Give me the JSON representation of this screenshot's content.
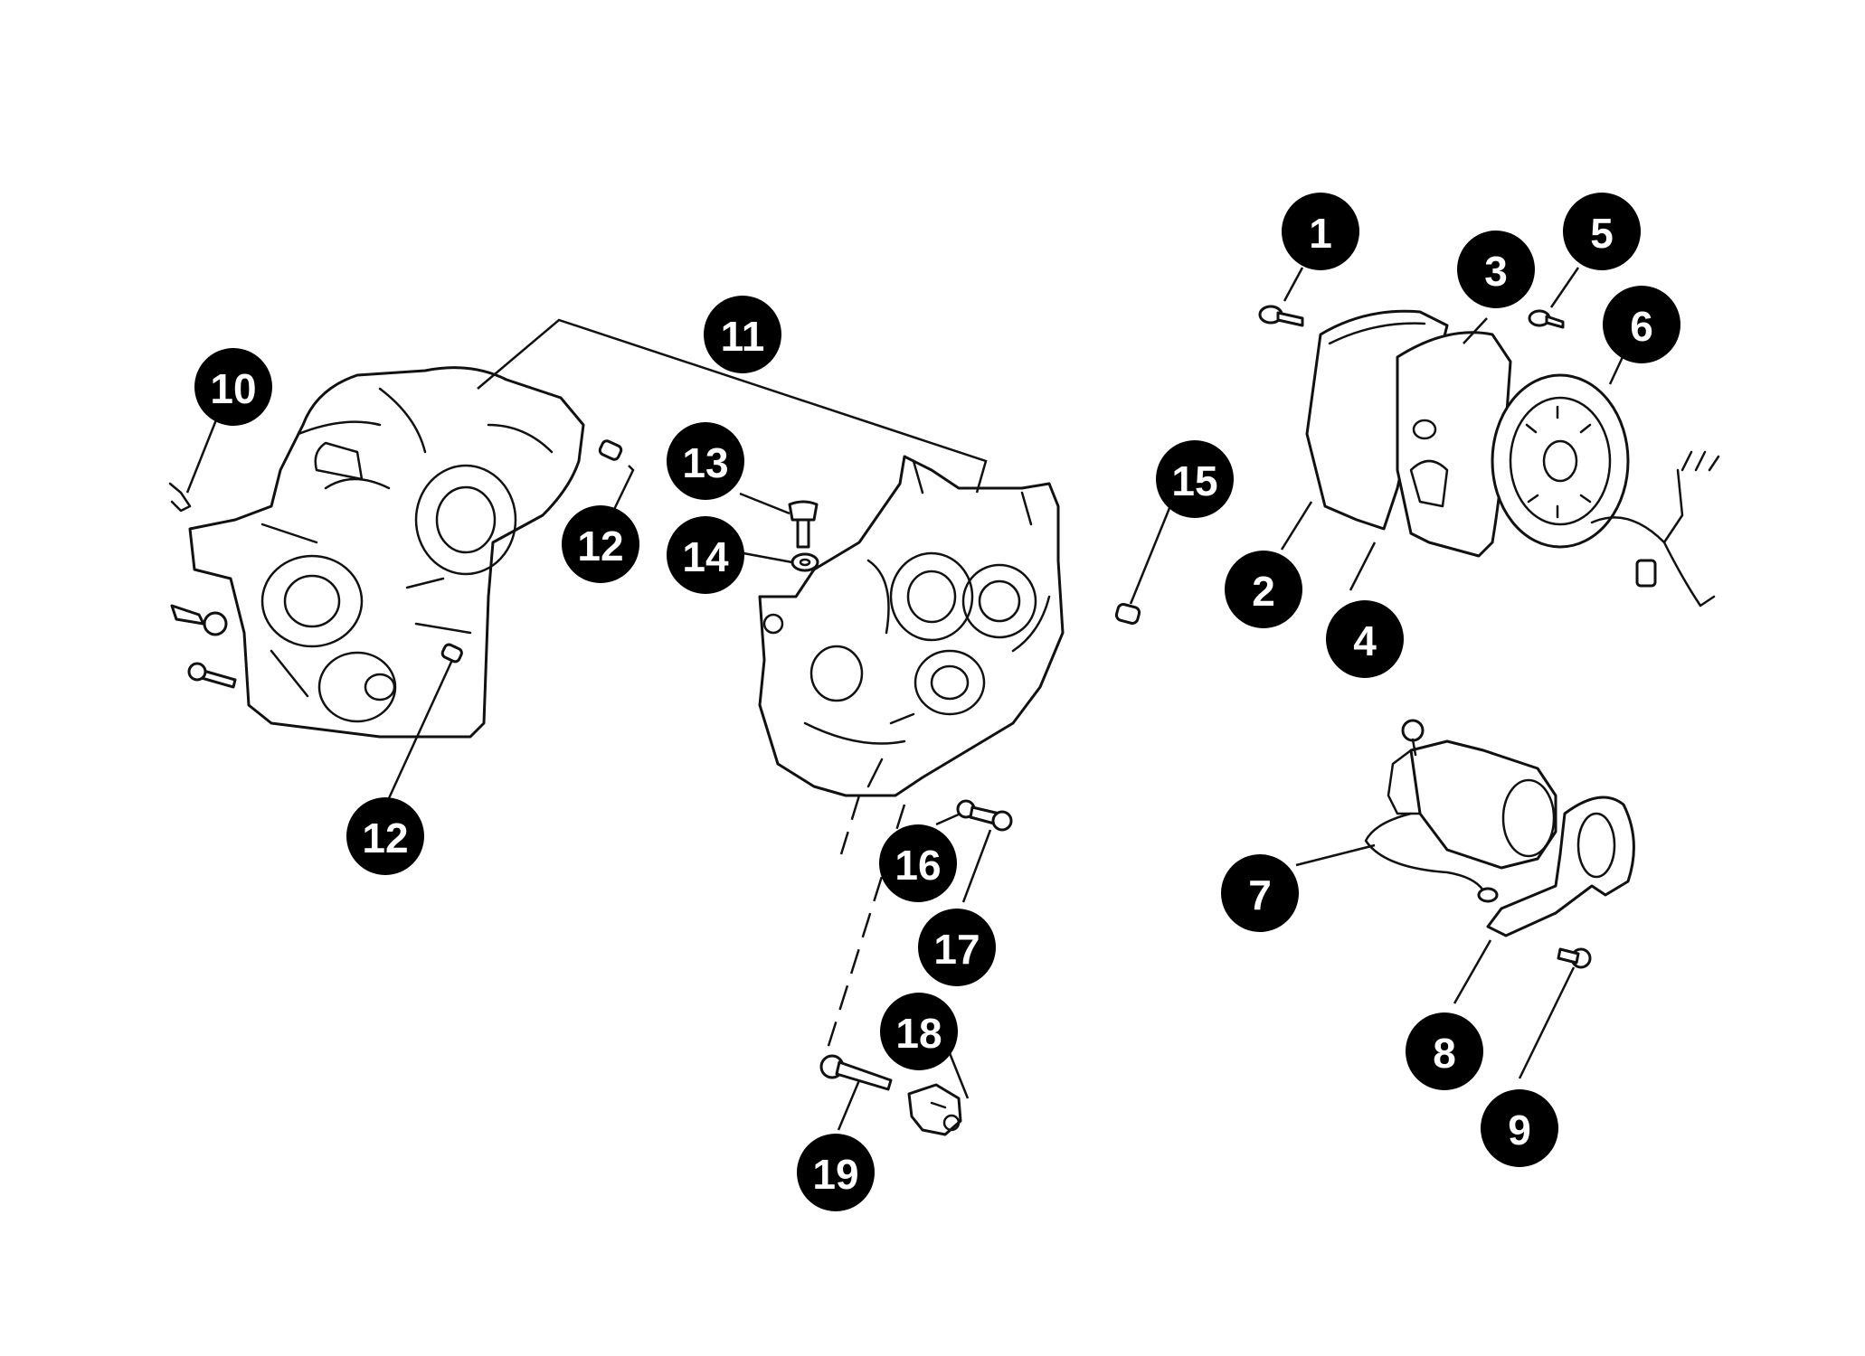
{
  "colors": {
    "ink": "#111111",
    "callout_fill": "#000000",
    "callout_text": "#ffffff",
    "background": "#ffffff"
  },
  "callouts": [
    {
      "id": "c1",
      "label": "1"
    },
    {
      "id": "c2",
      "label": "2"
    },
    {
      "id": "c3",
      "label": "3"
    },
    {
      "id": "c4",
      "label": "4"
    },
    {
      "id": "c5",
      "label": "5"
    },
    {
      "id": "c6",
      "label": "6"
    },
    {
      "id": "c7",
      "label": "7"
    },
    {
      "id": "c8",
      "label": "8"
    },
    {
      "id": "c9",
      "label": "9"
    },
    {
      "id": "c10",
      "label": "10"
    },
    {
      "id": "c11",
      "label": "11"
    },
    {
      "id": "c12a",
      "label": "12"
    },
    {
      "id": "c12b",
      "label": "12"
    },
    {
      "id": "c13",
      "label": "13"
    },
    {
      "id": "c14",
      "label": "14"
    },
    {
      "id": "c15",
      "label": "15"
    },
    {
      "id": "c16",
      "label": "16"
    },
    {
      "id": "c17",
      "label": "17"
    },
    {
      "id": "c18",
      "label": "18"
    },
    {
      "id": "c19",
      "label": "19"
    }
  ]
}
